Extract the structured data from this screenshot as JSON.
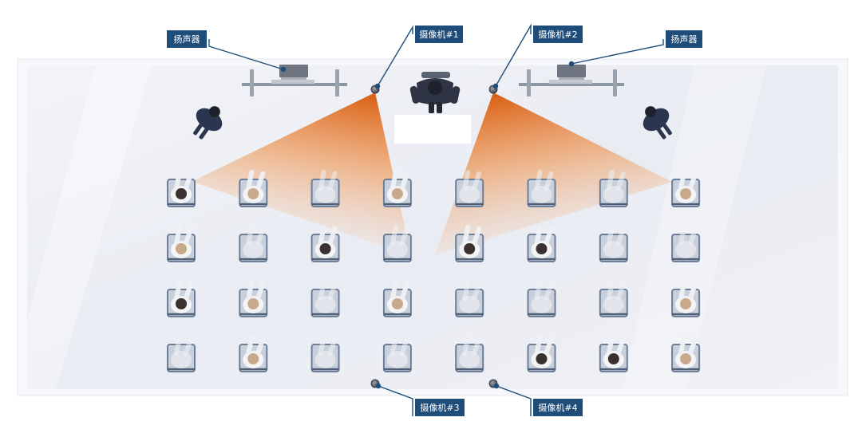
{
  "labels": {
    "speaker_left": "扬声器",
    "speaker_right": "扬声器",
    "camera1": "摄像机#1",
    "camera2": "摄像机#2",
    "camera3": "摄像机#3",
    "camera4": "摄像机#4"
  },
  "colors": {
    "tag_bg": "#1f4d7a",
    "leader_line": "#1f4d7a",
    "fov": "#e06a1b",
    "room_floor": "#eef0f5",
    "chair": "#6d7f98",
    "person_dark": "#2e3444"
  },
  "seating": {
    "rows": 4,
    "cols": 8
  }
}
